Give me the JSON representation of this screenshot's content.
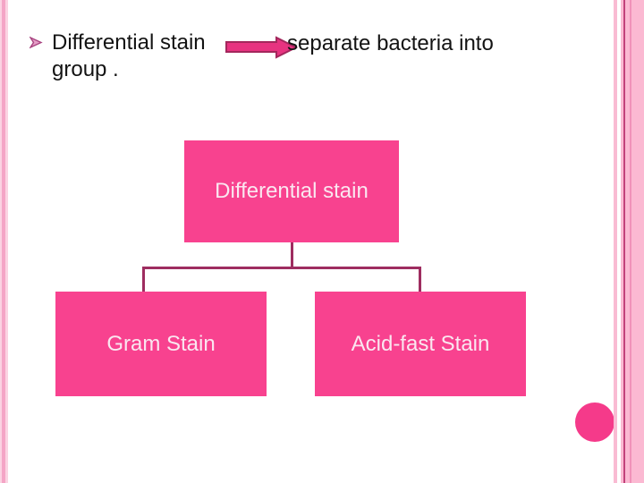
{
  "slide": {
    "bullet": {
      "marker_icon": "arrowhead-right",
      "text": "Differential stain group ."
    },
    "arrow_icon": "block-arrow-right",
    "arrow_label": "separate bacteria into"
  },
  "diagram": {
    "type": "hierarchy",
    "root": {
      "label": "Differential stain"
    },
    "children": [
      {
        "label": "Gram Stain"
      },
      {
        "label": "Acid-fast Stain"
      }
    ]
  },
  "colors": {
    "node_fill": "#F8428F",
    "node_text": "#FAE7F0",
    "connector": "#9E2D60",
    "arrow_fill": "#E73380",
    "arrow_outline": "#A3275C",
    "bullet_marker": "#C9539A",
    "stripe_light": "#FBB9D2",
    "stripe_dark": "#C2427B",
    "stripe_medium": "#F092B9",
    "circle": "#F53A8A",
    "body_text": "#131313",
    "background": "#FFFFFF"
  }
}
